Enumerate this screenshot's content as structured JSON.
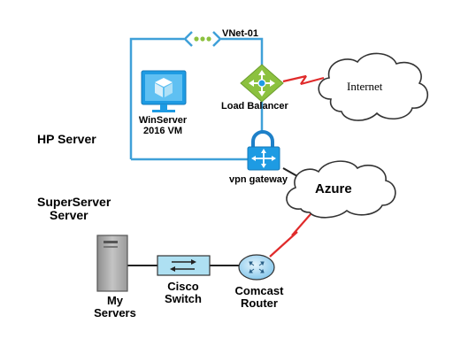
{
  "vnet": {
    "label": "VNet-01"
  },
  "vm": {
    "line1": "WinServer",
    "line2": "2016 VM"
  },
  "load_balancer": {
    "label": "Load Balancer"
  },
  "internet": {
    "label": "Internet"
  },
  "hp_server": {
    "label": "HP Server"
  },
  "vpn_gateway": {
    "label": "vpn gateway"
  },
  "azure": {
    "label": "Azure"
  },
  "superserver": {
    "line1": "SuperServer",
    "line2": "Server"
  },
  "my_servers": {
    "line1": "My",
    "line2": "Servers"
  },
  "cisco_switch": {
    "line1": "Cisco",
    "line2": "Switch"
  },
  "comcast_router": {
    "line1": "Comcast",
    "line2": "Router"
  },
  "colors": {
    "vnet_border": "#3fa0d8",
    "azure_blue": "#1e9be3",
    "load_balancer_green": "#8cc13f",
    "link_red": "#e02b2b",
    "server_gray": "#b5b5b5",
    "switch_cyan": "#aee0f2",
    "router_blue": "#9ed3f0"
  },
  "icons": {
    "vnet": "vnet-icon",
    "vm": "virtual-machine-icon",
    "load_balancer": "load-balancer-icon",
    "vpn_gateway": "vpn-gateway-icon",
    "internet": "cloud-icon",
    "azure": "cloud-icon",
    "server": "server-tower-icon",
    "switch": "network-switch-icon",
    "router": "router-icon"
  }
}
